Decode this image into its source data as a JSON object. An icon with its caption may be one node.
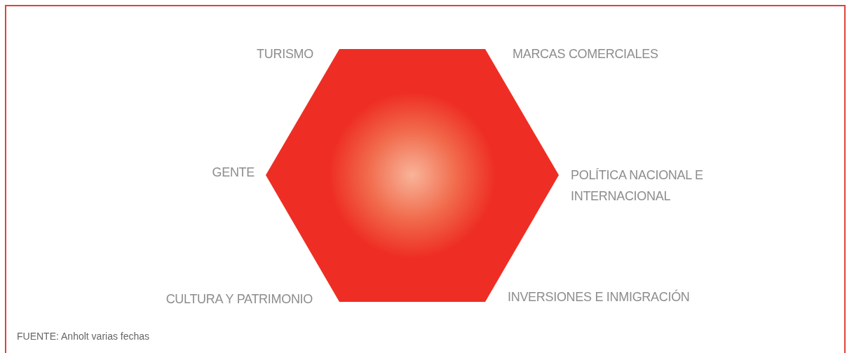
{
  "diagram": {
    "caption": "FUENTE: Anholt varias fechas",
    "labels": [
      "TURISMO",
      "MARCAS COMERCIALES",
      "GENTE",
      "POLÍTICA NACIONAL E INTERNACIONAL",
      "CULTURA Y PATRIMONIO",
      "INVERSIONES E INMIGRACIÓN"
    ]
  }
}
